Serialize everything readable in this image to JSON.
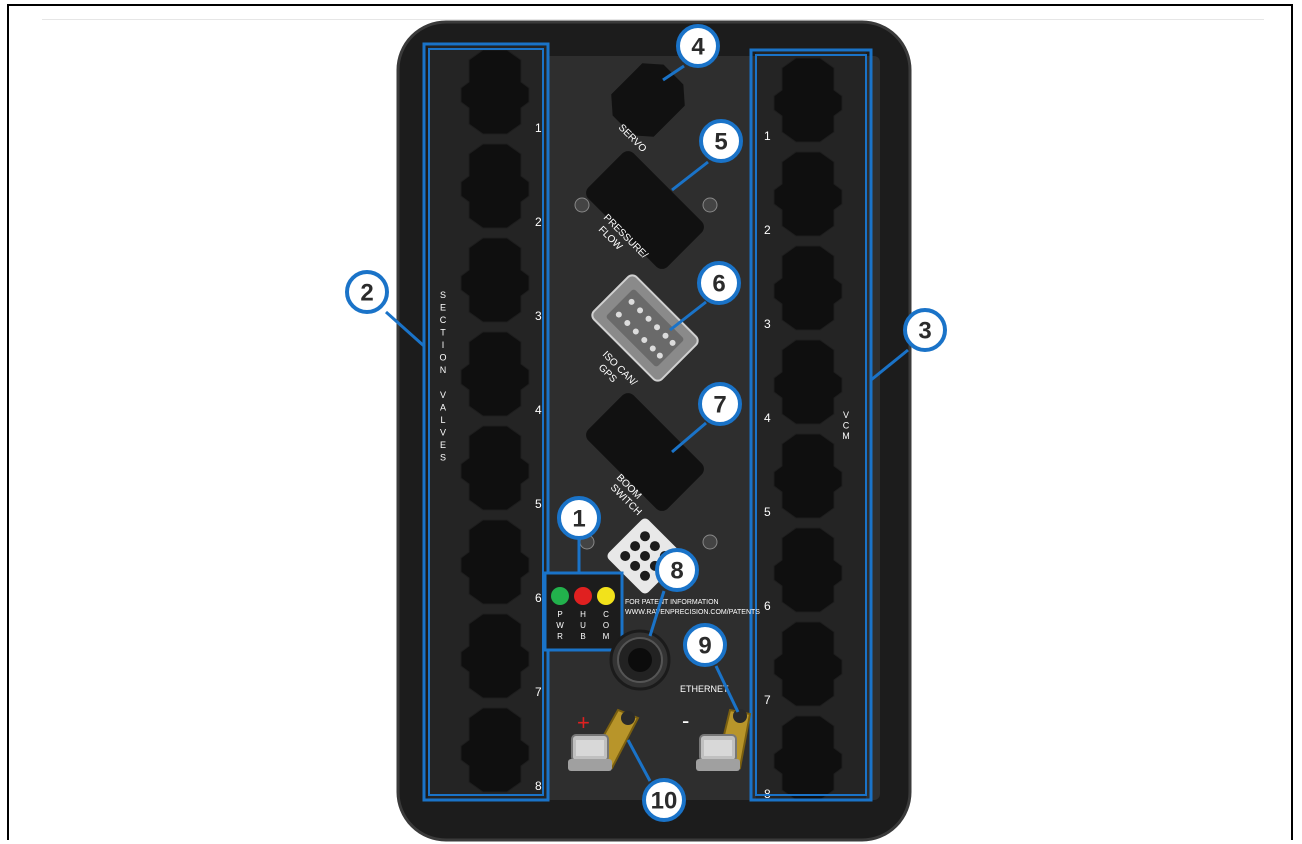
{
  "left_bank": {
    "title": "SECTION VALVES",
    "port_numbers": [
      "1",
      "2",
      "3",
      "4",
      "5",
      "6",
      "7",
      "8"
    ]
  },
  "right_bank": {
    "title": "VCM",
    "port_numbers": [
      "1",
      "2",
      "3",
      "4",
      "5",
      "6",
      "7",
      "8"
    ]
  },
  "center_connectors": {
    "servo": "SERVO",
    "pressure_flow_line1": "PRESSURE/",
    "pressure_flow_line2": "FLOW",
    "iso_can_line1": "ISO CAN/",
    "iso_can_line2": "GPS",
    "boom_switch_line1": "BOOM",
    "boom_switch_line2": "SWITCH",
    "info_line1": "FOR PATENT INFORMATION",
    "info_line2": "WWW.RAVENPRECISION.COM/PATENTS",
    "ethernet": "ETHERNET"
  },
  "leds": [
    {
      "label": "PWR",
      "color": "#22b14c"
    },
    {
      "label": "HUB",
      "color": "#e02020"
    },
    {
      "label": "COM",
      "color": "#f2e21b"
    }
  ],
  "terminals": {
    "positive": "+",
    "negative": "-"
  },
  "callouts": [
    "1",
    "2",
    "3",
    "4",
    "5",
    "6",
    "7",
    "8",
    "9",
    "10"
  ],
  "colors": {
    "callout_blue": "#1a73c8",
    "enclosure": "#1c1c1c",
    "panel": "#2e2e2e",
    "connector": "#111111",
    "positive": "#e02020"
  }
}
